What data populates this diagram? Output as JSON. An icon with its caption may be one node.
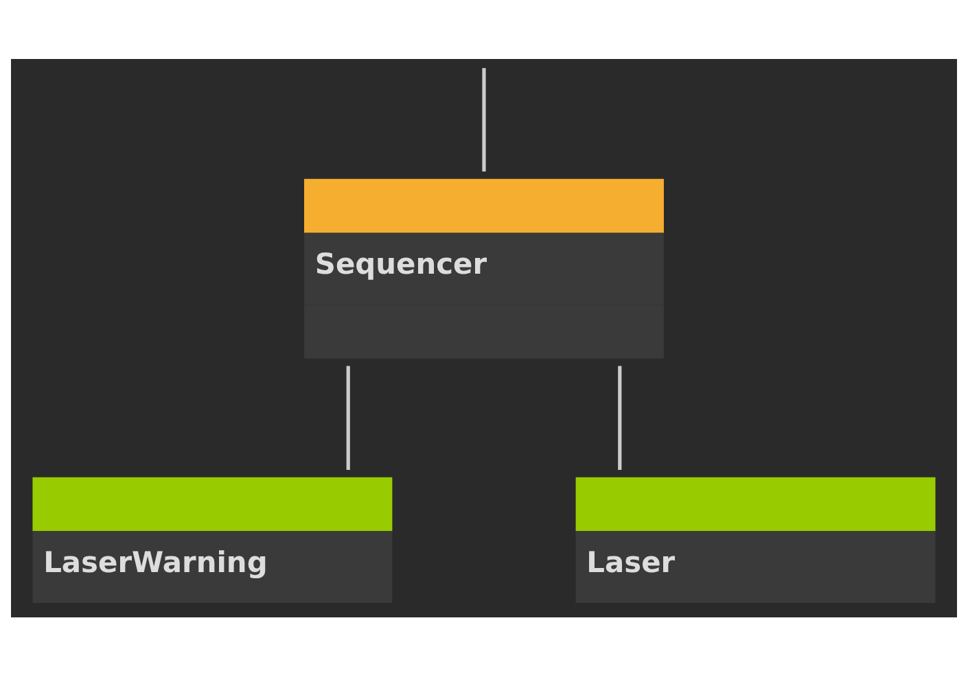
{
  "diagram": {
    "nodes": [
      {
        "text": [
          "Sequencer"
        ]
      },
      {
        "text": [
          "LaserWarning"
        ]
      },
      {
        "text": [
          "Laser"
        ]
      }
    ],
    "edges": [
      {
        "from": null,
        "to": 0,
        "arrow": "none"
      },
      {
        "from": 0,
        "to": 1,
        "arrow": "none"
      },
      {
        "from": 0,
        "to": 2,
        "arrow": "none"
      }
    ]
  }
}
